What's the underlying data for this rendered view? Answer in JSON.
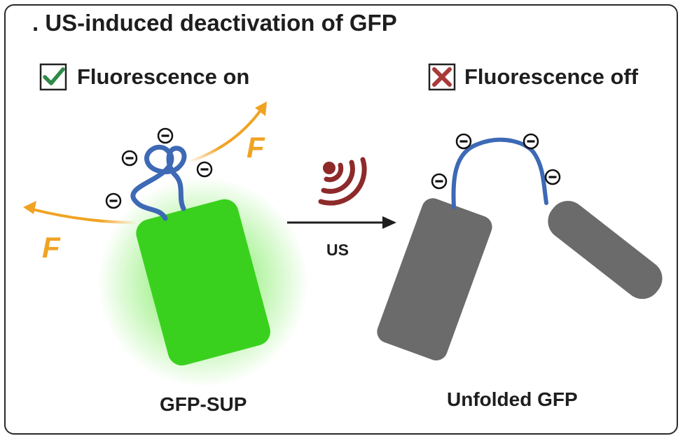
{
  "title": ". US-induced deactivation of GFP",
  "status_on": {
    "label": "Fluorescence on",
    "icon": "checkbox-check-icon",
    "color": "#2f8a4a"
  },
  "status_off": {
    "label": "Fluorescence off",
    "icon": "checkbox-cross-icon",
    "color": "#a83a3a"
  },
  "emission_letter": "F",
  "charge_symbol": "⊖",
  "arrow_label": "US",
  "left_label": "GFP-SUP",
  "right_label": "Unfolded GFP",
  "colors": {
    "gfp_body": "#3ad11e",
    "gfp_glow": "#47e41c",
    "unfolded_body": "#6b6b6b",
    "polypeptide": "#3d69b5",
    "emission": "#f0a323",
    "ultrasound": "#8e2a2a",
    "text": "#1e1e1e"
  }
}
